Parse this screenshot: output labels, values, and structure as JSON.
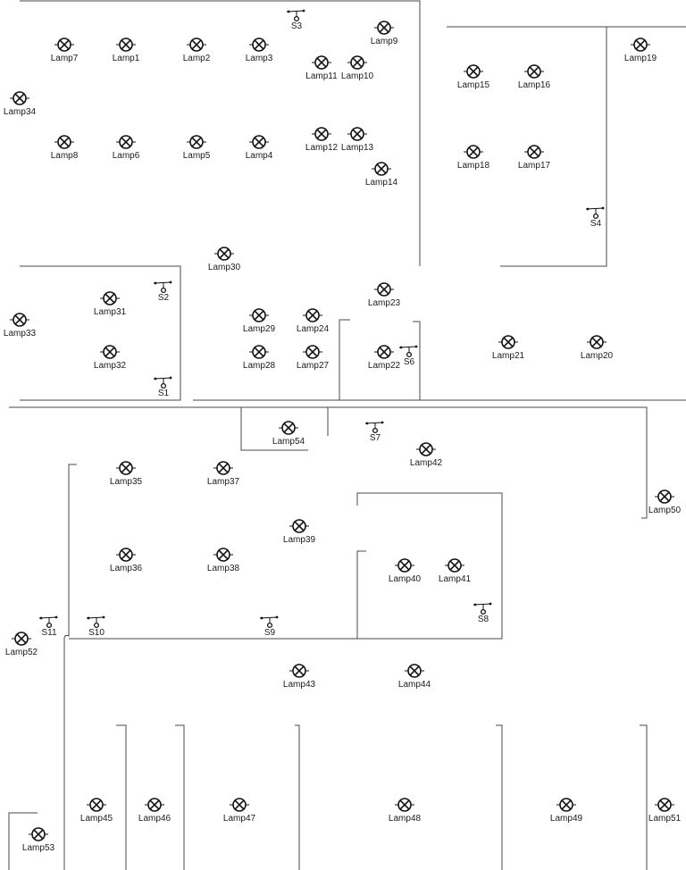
{
  "plan": {
    "lamps": [
      {
        "id": "lamp7",
        "label": "Lamp7"
      },
      {
        "id": "lamp1",
        "label": "Lamp1"
      },
      {
        "id": "lamp2",
        "label": "Lamp2"
      },
      {
        "id": "lamp3",
        "label": "Lamp3"
      },
      {
        "id": "lamp9",
        "label": "Lamp9"
      },
      {
        "id": "lamp11",
        "label": "Lamp11"
      },
      {
        "id": "lamp10",
        "label": "Lamp10"
      },
      {
        "id": "lamp34",
        "label": "Lamp34"
      },
      {
        "id": "lamp8",
        "label": "Lamp8"
      },
      {
        "id": "lamp6",
        "label": "Lamp6"
      },
      {
        "id": "lamp5",
        "label": "Lamp5"
      },
      {
        "id": "lamp4",
        "label": "Lamp4"
      },
      {
        "id": "lamp12",
        "label": "Lamp12"
      },
      {
        "id": "lamp13",
        "label": "Lamp13"
      },
      {
        "id": "lamp14",
        "label": "Lamp14"
      },
      {
        "id": "lamp15",
        "label": "Lamp15"
      },
      {
        "id": "lamp16",
        "label": "Lamp16"
      },
      {
        "id": "lamp19",
        "label": "Lamp19"
      },
      {
        "id": "lamp18",
        "label": "Lamp18"
      },
      {
        "id": "lamp17",
        "label": "Lamp17"
      },
      {
        "id": "lamp30",
        "label": "Lamp30"
      },
      {
        "id": "lamp31",
        "label": "Lamp31"
      },
      {
        "id": "lamp33",
        "label": "Lamp33"
      },
      {
        "id": "lamp23",
        "label": "Lamp23"
      },
      {
        "id": "lamp29",
        "label": "Lamp29"
      },
      {
        "id": "lamp24",
        "label": "Lamp24"
      },
      {
        "id": "lamp28",
        "label": "Lamp28"
      },
      {
        "id": "lamp27",
        "label": "Lamp27"
      },
      {
        "id": "lamp22",
        "label": "Lamp22"
      },
      {
        "id": "lamp21",
        "label": "Lamp21"
      },
      {
        "id": "lamp20",
        "label": "Lamp20"
      },
      {
        "id": "lamp32",
        "label": "Lamp32"
      },
      {
        "id": "lamp54",
        "label": "Lamp54"
      },
      {
        "id": "lamp42",
        "label": "Lamp42"
      },
      {
        "id": "lamp35",
        "label": "Lamp35"
      },
      {
        "id": "lamp37",
        "label": "Lamp37"
      },
      {
        "id": "lamp50",
        "label": "Lamp50"
      },
      {
        "id": "lamp39",
        "label": "Lamp39"
      },
      {
        "id": "lamp36",
        "label": "Lamp36"
      },
      {
        "id": "lamp38",
        "label": "Lamp38"
      },
      {
        "id": "lamp40",
        "label": "Lamp40"
      },
      {
        "id": "lamp41",
        "label": "Lamp41"
      },
      {
        "id": "lamp52",
        "label": "Lamp52"
      },
      {
        "id": "lamp43",
        "label": "Lamp43"
      },
      {
        "id": "lamp44",
        "label": "Lamp44"
      },
      {
        "id": "lamp45",
        "label": "Lamp45"
      },
      {
        "id": "lamp46",
        "label": "Lamp46"
      },
      {
        "id": "lamp47",
        "label": "Lamp47"
      },
      {
        "id": "lamp48",
        "label": "Lamp48"
      },
      {
        "id": "lamp49",
        "label": "Lamp49"
      },
      {
        "id": "lamp51",
        "label": "Lamp51"
      },
      {
        "id": "lamp53",
        "label": "Lamp53"
      }
    ],
    "switches": [
      {
        "id": "s3",
        "label": "S3"
      },
      {
        "id": "s4",
        "label": "S4"
      },
      {
        "id": "s2",
        "label": "S2"
      },
      {
        "id": "s1",
        "label": "S1"
      },
      {
        "id": "s6",
        "label": "S6"
      },
      {
        "id": "s7",
        "label": "S7"
      },
      {
        "id": "s8",
        "label": "S8"
      },
      {
        "id": "s11",
        "label": "S11"
      },
      {
        "id": "s10",
        "label": "S10"
      },
      {
        "id": "s9",
        "label": "S9"
      }
    ]
  }
}
